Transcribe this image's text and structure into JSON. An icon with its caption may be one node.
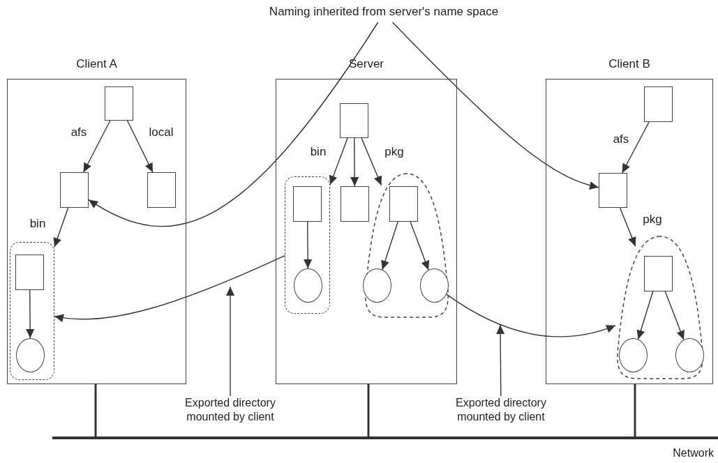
{
  "diagram": {
    "nodes": [
      {
        "text": [
          "Naming inherited from server's name space"
        ]
      },
      {
        "text": [
          "Client A"
        ]
      },
      {
        "text": [
          "Server"
        ]
      },
      {
        "text": [
          "Client B"
        ]
      },
      {
        "text": [
          "Network"
        ]
      },
      {
        "text": [],
        "shape": "box",
        "in": 1
      },
      {
        "text": [],
        "shape": "box",
        "in": 1
      },
      {
        "text": [],
        "shape": "box",
        "in": 1
      },
      {
        "text": [],
        "shape": "box",
        "in": 1
      },
      {
        "text": [],
        "shape": "box",
        "in": 8
      },
      {
        "text": [],
        "shape": "circle",
        "in": 8
      },
      {
        "text": [],
        "shape": "box",
        "in": 2
      },
      {
        "text": [],
        "shape": "box",
        "in": 2
      },
      {
        "text": [],
        "shape": "box",
        "in": 12
      },
      {
        "text": [],
        "shape": "circle",
        "in": 12
      },
      {
        "text": [],
        "shape": "box",
        "in": 2
      },
      {
        "text": [],
        "shape": "oval",
        "in": 2
      },
      {
        "text": [],
        "shape": "box",
        "in": 16
      },
      {
        "text": [],
        "shape": "circle",
        "in": 16
      },
      {
        "text": [],
        "shape": "circle",
        "in": 16
      },
      {
        "text": [],
        "shape": "box",
        "in": 3
      },
      {
        "text": [],
        "shape": "box",
        "in": 3
      },
      {
        "text": [],
        "shape": "oval",
        "in": 3
      },
      {
        "text": [],
        "shape": "box",
        "in": 22
      },
      {
        "text": [],
        "shape": "circle",
        "in": 22
      },
      {
        "text": [],
        "shape": "circle",
        "in": 22
      },
      {
        "text": [
          "Exported directory mounted by client"
        ]
      },
      {
        "text": [
          "Exported directory mounted by client"
        ]
      }
    ],
    "edges": [
      {
        "from": 5,
        "to": 6,
        "arrow": "to",
        "label": "afs"
      },
      {
        "from": 5,
        "to": 7,
        "arrow": "to",
        "label": "local"
      },
      {
        "from": 6,
        "to": 8,
        "arrow": "to",
        "label": "bin"
      },
      {
        "from": 9,
        "to": 10,
        "arrow": "to"
      },
      {
        "from": 11,
        "to": 12,
        "arrow": "to",
        "label": "bin"
      },
      {
        "from": 11,
        "to": 15,
        "arrow": "to"
      },
      {
        "from": 11,
        "to": 16,
        "arrow": "to",
        "label": "pkg"
      },
      {
        "from": 13,
        "to": 14,
        "arrow": "to"
      },
      {
        "from": 17,
        "to": 18,
        "arrow": "to"
      },
      {
        "from": 17,
        "to": 19,
        "arrow": "to"
      },
      {
        "from": 20,
        "to": 21,
        "arrow": "to",
        "label": "afs"
      },
      {
        "from": 21,
        "to": 22,
        "arrow": "to",
        "label": "pkg"
      },
      {
        "from": 23,
        "to": 24,
        "arrow": "to"
      },
      {
        "from": 23,
        "to": 25,
        "arrow": "to"
      },
      {
        "from": 0,
        "to": 6,
        "arrow": "to"
      },
      {
        "from": 0,
        "to": 21,
        "arrow": "to"
      },
      {
        "from": 12,
        "to": 8,
        "arrow": "to"
      },
      {
        "from": 19,
        "to": 22,
        "arrow": "to"
      },
      {
        "from": 26,
        "to": null,
        "arrow": "to"
      },
      {
        "from": 27,
        "to": null,
        "arrow": "to"
      },
      {
        "from": 1,
        "to": 4,
        "arrow": "none",
        "style": "thick"
      },
      {
        "from": 2,
        "to": 4,
        "arrow": "none",
        "style": "thick"
      },
      {
        "from": 3,
        "to": 4,
        "arrow": "none",
        "style": "thick"
      }
    ]
  }
}
